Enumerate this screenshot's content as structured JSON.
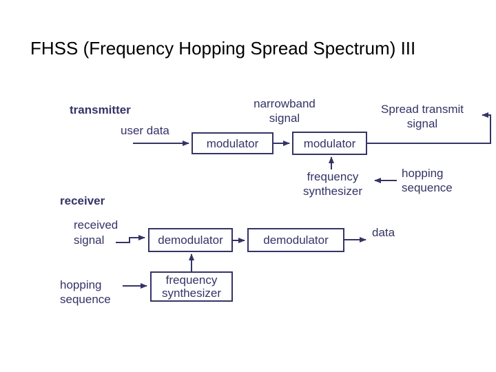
{
  "title": "FHSS (Frequency Hopping Spread Spectrum) III",
  "colors": {
    "diagram": "#333366",
    "title": "#000000",
    "background": "#ffffff"
  },
  "transmitter": {
    "label": "transmitter",
    "user_data": "user data",
    "narrowband": {
      "line1": "narrowband",
      "line2": "signal"
    },
    "spread": {
      "line1": "Spread transmit",
      "line2": "signal"
    },
    "modulator1": "modulator",
    "modulator2": "modulator",
    "freq_synth": {
      "line1": "frequency",
      "line2": "synthesizer"
    },
    "hopping": {
      "line1": "hopping",
      "line2": "sequence"
    }
  },
  "receiver": {
    "label": "receiver",
    "received": {
      "line1": "received",
      "line2": "signal"
    },
    "demodulator1": "demodulator",
    "demodulator2": "demodulator",
    "data": "data",
    "freq_synth": {
      "line1": "frequency",
      "line2": "synthesizer"
    },
    "hopping": {
      "line1": "hopping",
      "line2": "sequence"
    }
  }
}
